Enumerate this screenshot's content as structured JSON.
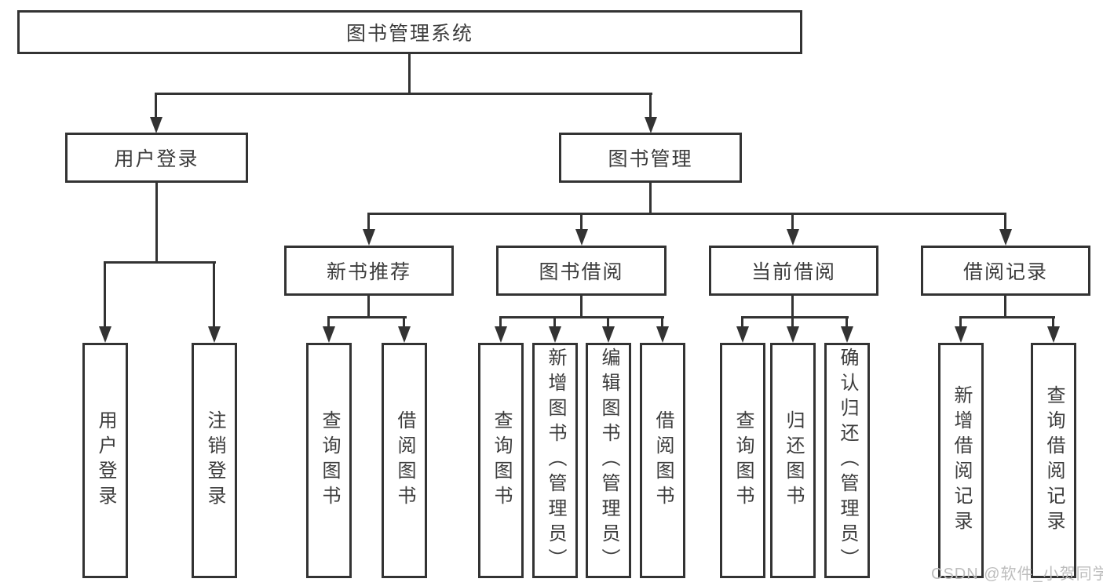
{
  "theme": {
    "line_color": "#333333",
    "text_color": "#3c3c3c",
    "bg_color": "#ffffff",
    "watermark_color": "#bdbdbd"
  },
  "diagram": {
    "type": "hierarchy-tree",
    "nodes": {
      "root": "图书管理系统",
      "user_login": "用户登录",
      "book_management": "图书管理",
      "new_book_recommend": "新书推荐",
      "book_borrowing": "图书借阅",
      "current_borrowing": "当前借阅",
      "borrowing_records": "借阅记录",
      "leaf_user_login": "用户登录",
      "leaf_logout": "注销登录",
      "leaf_recommend_query_books": "查询图书",
      "leaf_recommend_borrow_books": "借阅图书",
      "leaf_borrowing_query_books": "查询图书",
      "leaf_borrowing_add_books": "新增图书（管理员）",
      "leaf_borrowing_edit_books": "编辑图书（管理员）",
      "leaf_borrowing_borrow_books": "借阅图书",
      "leaf_current_query_books": "查询图书",
      "leaf_current_return_books": "归还图书",
      "leaf_current_confirm_return": "确认归还（管理员）",
      "leaf_records_add_record": "新增借阅记录",
      "leaf_records_query_record": "查询借阅记录"
    },
    "structure": {
      "图书管理系统": {
        "用户登录": [
          "用户登录",
          "注销登录"
        ],
        "图书管理": {
          "新书推荐": [
            "查询图书",
            "借阅图书"
          ],
          "图书借阅": [
            "查询图书",
            "新增图书（管理员）",
            "编辑图书（管理员）",
            "借阅图书"
          ],
          "当前借阅": [
            "查询图书",
            "归还图书",
            "确认归还（管理员）"
          ],
          "借阅记录": [
            "新增借阅记录",
            "查询借阅记录"
          ]
        }
      }
    }
  },
  "watermark": {
    "text": "CSDN @软件_小贺同学"
  }
}
